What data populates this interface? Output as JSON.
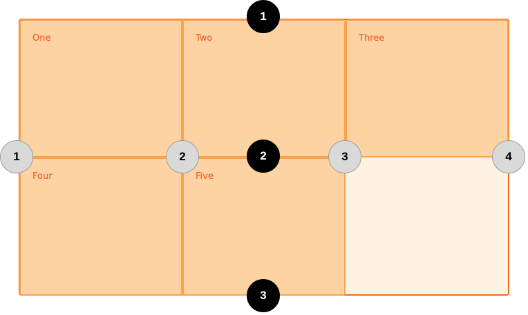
{
  "grid_items": [
    {
      "label": "One"
    },
    {
      "label": "Two"
    },
    {
      "label": "Three"
    },
    {
      "label": "Four"
    },
    {
      "label": "Five"
    }
  ],
  "column_line_markers": [
    "1",
    "2",
    "3",
    "4"
  ],
  "row_line_markers": [
    "1",
    "2",
    "3"
  ],
  "colors": {
    "item_fill": "#fdd3a3",
    "item_border": "#fba34b",
    "container_border": "#f06c17",
    "empty_cell_fill": "#fff2e2",
    "label_text": "#f05318",
    "column_marker_fill": "#d9d9d9",
    "row_marker_fill": "#000000"
  }
}
